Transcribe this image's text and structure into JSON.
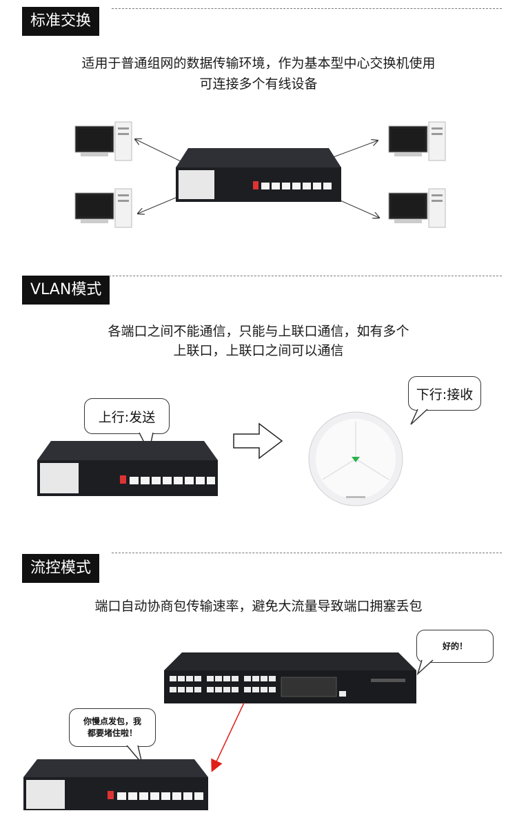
{
  "sections": [
    {
      "title": "标准交换",
      "desc_line1": "适用于普通组网的数据传输环境，作为基本型中心交换机使用",
      "desc_line2": "可连接多个有线设备"
    },
    {
      "title": "VLAN模式",
      "desc_line1": "各端口之间不能通信，只能与上联口通信，如有多个",
      "desc_line2": "上联口，上联口之间可以通信",
      "bubble_send": "上行:发送",
      "bubble_recv": "下行:接收"
    },
    {
      "title": "流控模式",
      "desc_line1": "端口自动协商包传输速率，避免大流量导致端口拥塞丢包",
      "bubble_ok": "好的！",
      "bubble_slow_1": "你慢点发包，我",
      "bubble_slow_2": "都要堵住啦！"
    }
  ],
  "colors": {
    "header_bg": "#111111",
    "arrow_red": "#e0201b"
  },
  "icons": [
    "desktop-computer-icon",
    "network-switch-icon",
    "wireless-access-point-icon",
    "hollow-arrow-icon"
  ]
}
